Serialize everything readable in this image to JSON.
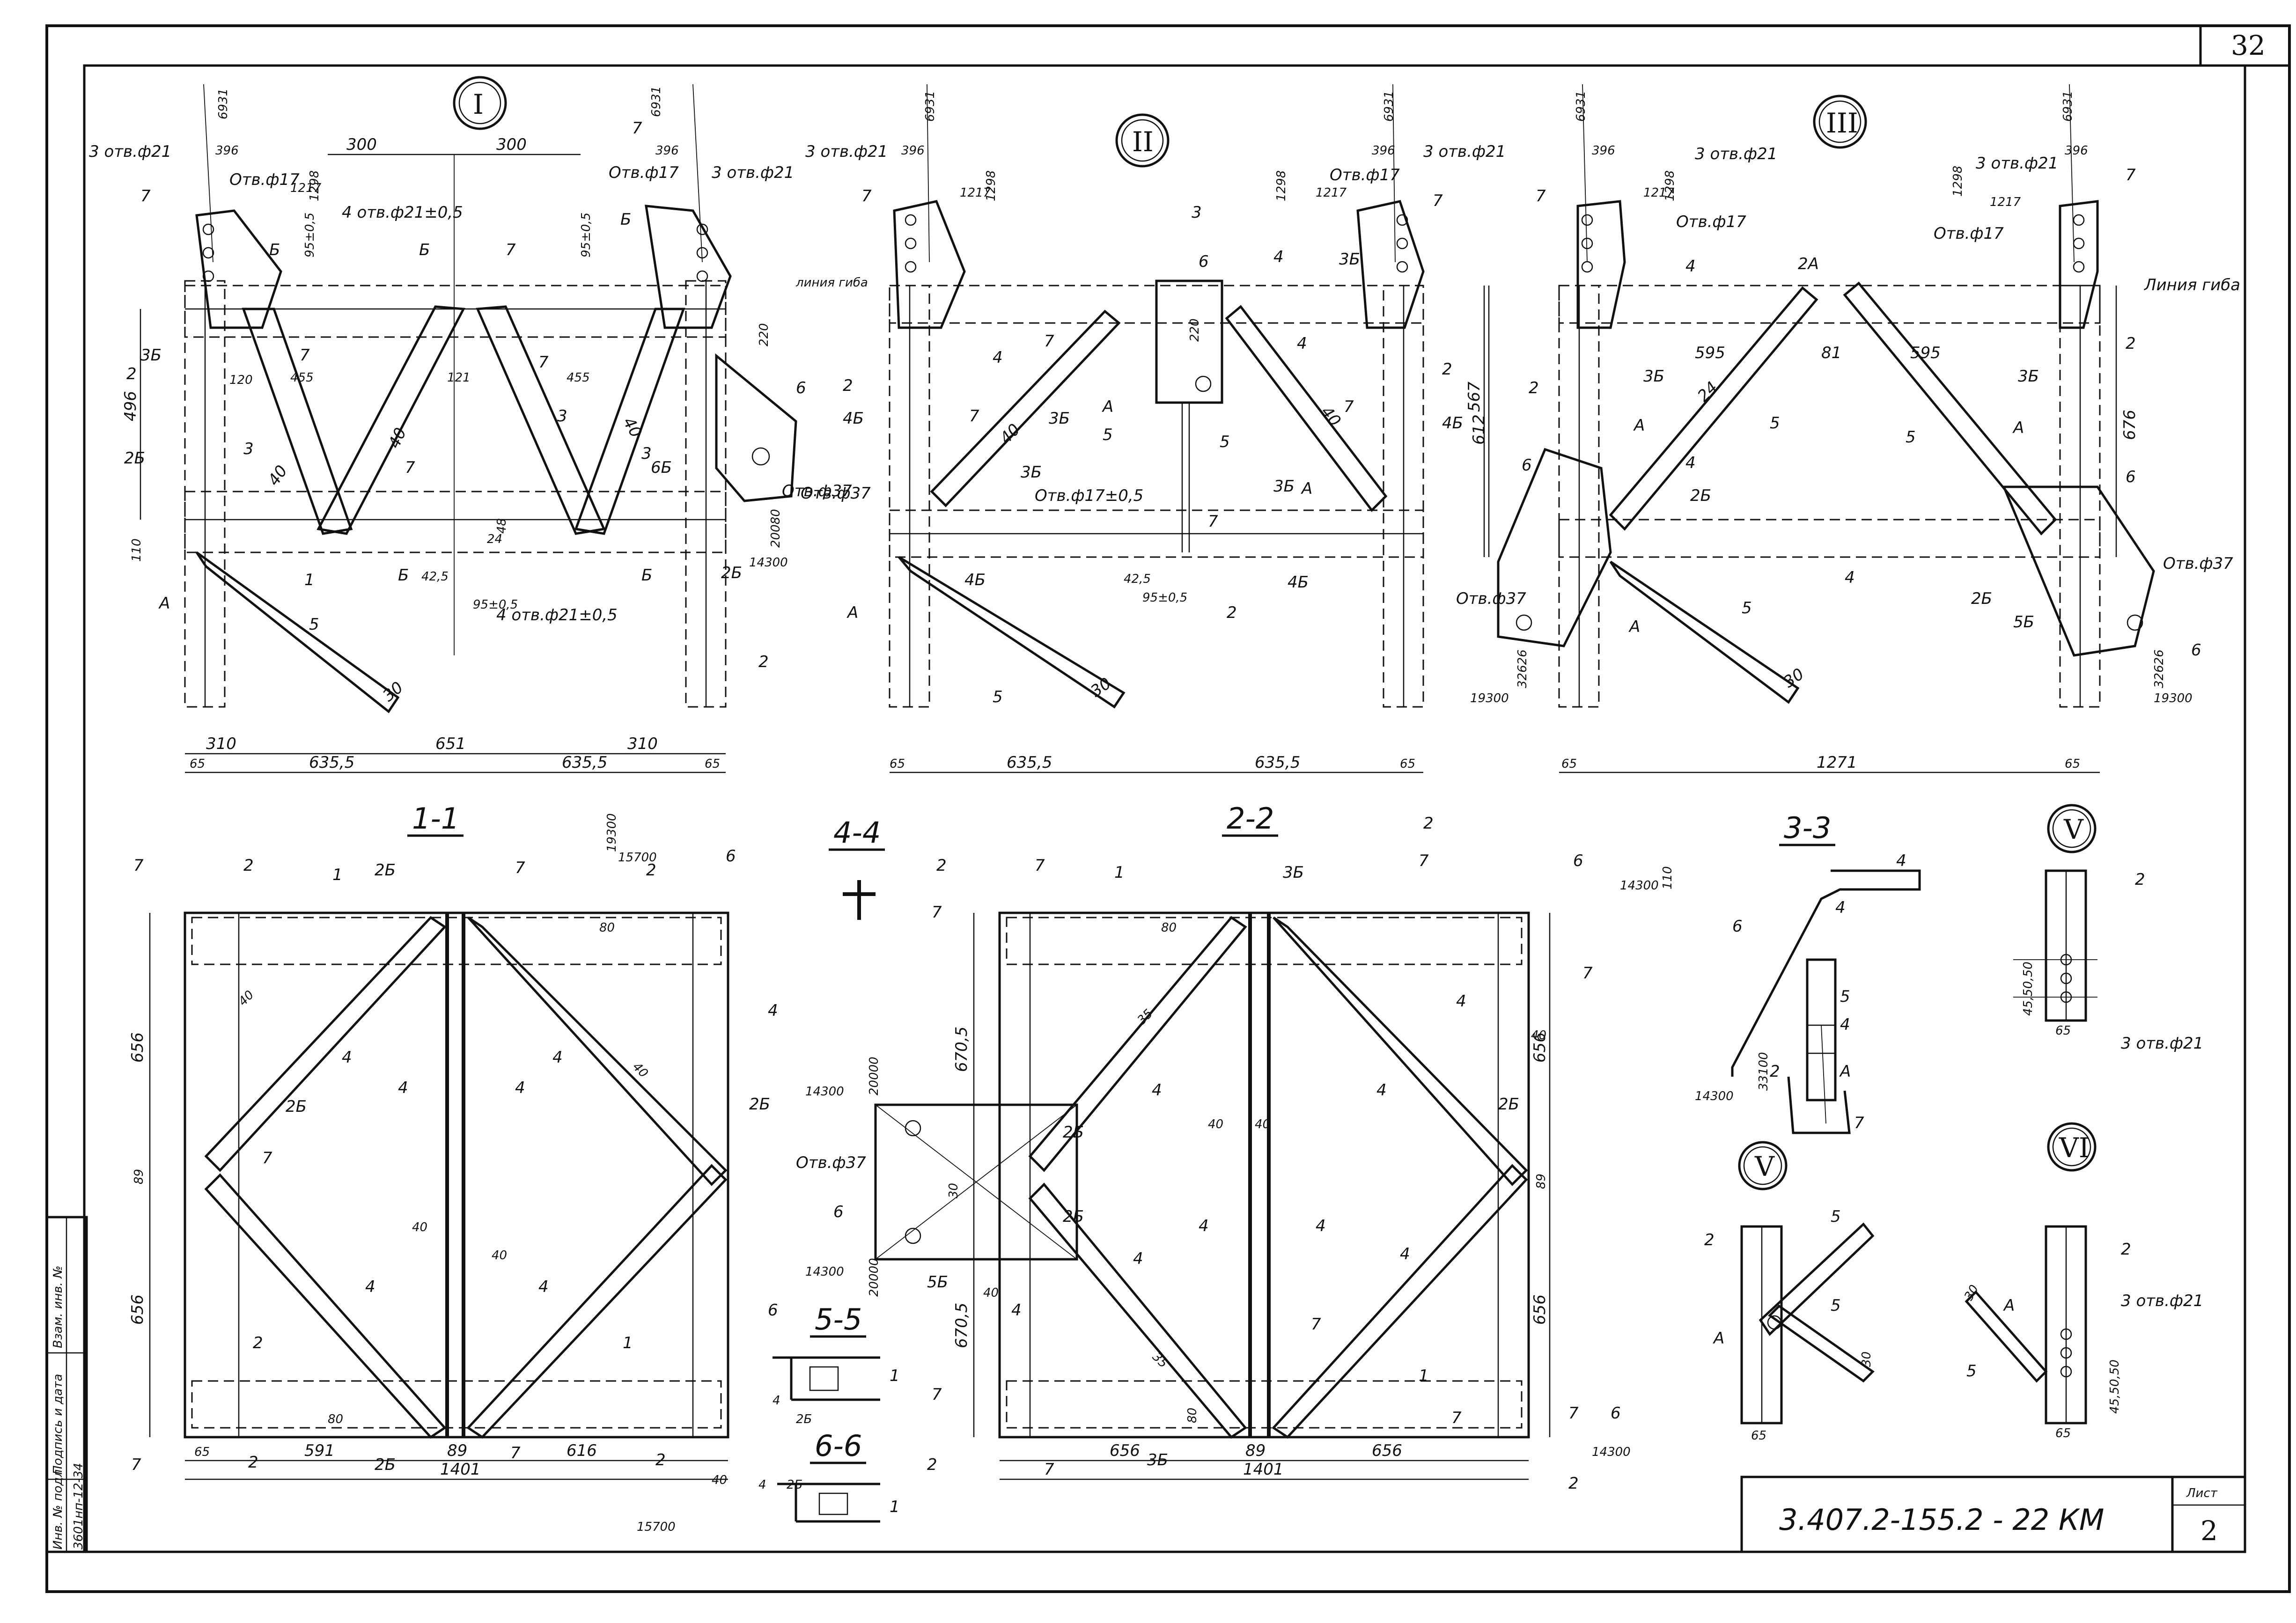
{
  "page_number": "32",
  "views": {
    "v1": "I",
    "v2": "II",
    "v3": "III",
    "v5": "V",
    "v6": "VI",
    "s11": "1-1",
    "s22": "2-2",
    "s33": "3-3",
    "s44": "4-4",
    "s55": "5-5",
    "s66": "6-6"
  },
  "notes": {
    "holes_3x21": "3 отв.ф21",
    "hole_17": "Отв.ф17",
    "holes_4x21": "4 отв.ф21±0,5",
    "hole_37": "Отв.ф37",
    "hole_17_05": "Отв.ф17±0,5",
    "bend_line": "Линия гиба",
    "bend_line_2": "линия гиба"
  },
  "dims": {
    "d65": "65",
    "d310": "310",
    "d651": "651",
    "d635_5": "635,5",
    "d1271": "1271",
    "d300": "300",
    "d455": "455",
    "d121": "121",
    "d496": "496",
    "d220": "220",
    "d567": "567",
    "d612": "612",
    "d676": "676",
    "d595": "595",
    "d81": "81",
    "d656": "656",
    "d591": "591",
    "d616": "616",
    "d89": "89",
    "d1401": "1401",
    "d670_5": "670,5",
    "d40": "40",
    "d80": "80",
    "d30": "30",
    "d110": "110",
    "d396": "396",
    "d6931": "6931",
    "d1217": "1217",
    "d1298": "1298",
    "d14300": "14300",
    "d15700": "15700",
    "d19300": "19300",
    "d20080": "20080",
    "d32626": "32626",
    "d20000": "20000",
    "d33100": "33100",
    "d45_50_50": "45,50,50",
    "d95_05": "95±0,5",
    "d42_5": "42,5",
    "d120": "120",
    "d48": "48",
    "d24": "24",
    "d35": "35"
  },
  "marks": {
    "m1": "1",
    "m2": "2",
    "m2a": "2А",
    "m2b": "2Б",
    "m3": "3",
    "m3b": "3Б",
    "m4": "4",
    "m4b": "4Б",
    "m5": "5",
    "m5b": "5Б",
    "m6": "6",
    "m6b": "6Б",
    "m7": "7",
    "mA": "А",
    "mB": "Б"
  },
  "side_stamp": {
    "inv": "Инв. № подл.",
    "sign": "Подпись и дата",
    "replace": "Взам. инв. №",
    "inv_value": "3601нп-12-34"
  },
  "title_block": {
    "code": "3.407.2-155.2 - 22 КМ",
    "sheet_label": "Лист",
    "sheet_number": "2"
  }
}
